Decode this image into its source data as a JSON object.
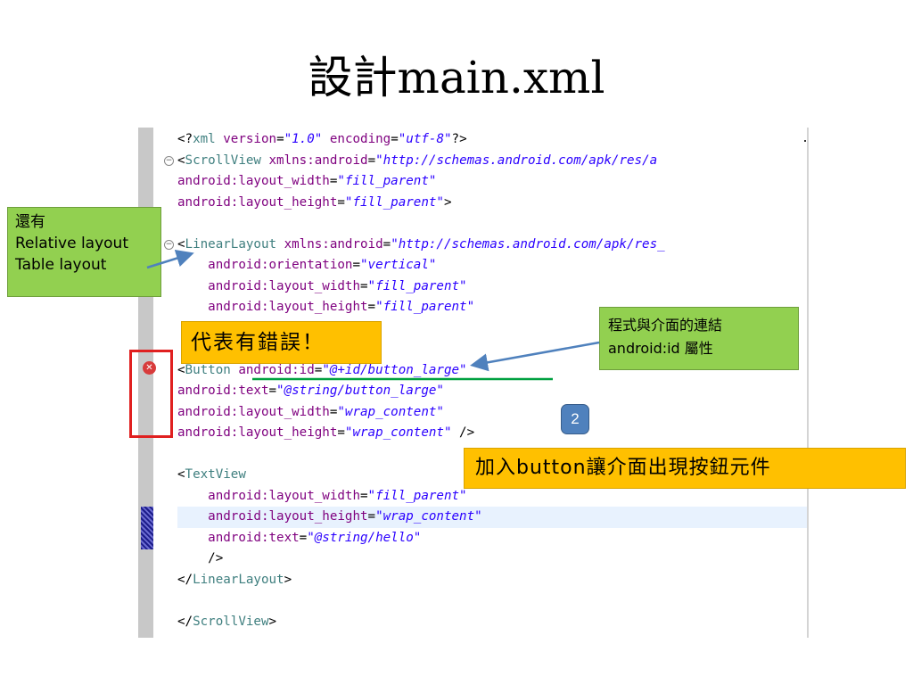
{
  "slide": {
    "title": "設計main.xml"
  },
  "editor": {
    "lines": [
      [
        [
          "pun",
          "<?"
        ],
        [
          "tag",
          "xml "
        ],
        [
          "attr",
          "version"
        ],
        [
          "pun",
          "="
        ],
        [
          "val",
          "\"1.0\""
        ],
        [
          "attr",
          " encoding"
        ],
        [
          "pun",
          "="
        ],
        [
          "val",
          "\"utf-8\""
        ],
        [
          "pun",
          "?>"
        ]
      ],
      [
        [
          "pun",
          "<"
        ],
        [
          "tag",
          "ScrollView "
        ],
        [
          "attr",
          "xmlns:android"
        ],
        [
          "pun",
          "="
        ],
        [
          "val",
          "\"http://schemas.android.com/apk/res/a"
        ]
      ],
      [
        [
          "attr",
          "android:layout_width"
        ],
        [
          "pun",
          "="
        ],
        [
          "val",
          "\"fill_parent\""
        ]
      ],
      [
        [
          "attr",
          "android:layout_height"
        ],
        [
          "pun",
          "="
        ],
        [
          "val",
          "\"fill_parent\""
        ],
        [
          "pun",
          ">"
        ]
      ],
      [],
      [
        [
          "pun",
          "<"
        ],
        [
          "tag",
          "LinearLayout "
        ],
        [
          "attr",
          "xmlns:android"
        ],
        [
          "pun",
          "="
        ],
        [
          "val",
          "\"http://schemas.android.com/apk/res_"
        ]
      ],
      [
        [
          "attr",
          "    android:orientation"
        ],
        [
          "pun",
          "="
        ],
        [
          "val",
          "\"vertical\""
        ]
      ],
      [
        [
          "attr",
          "    android:layout_width"
        ],
        [
          "pun",
          "="
        ],
        [
          "val",
          "\"fill_parent\""
        ]
      ],
      [
        [
          "attr",
          "    android:layout_height"
        ],
        [
          "pun",
          "="
        ],
        [
          "val",
          "\"fill_parent\""
        ]
      ],
      [],
      [],
      [
        [
          "pun",
          "<"
        ],
        [
          "tag",
          "Button "
        ],
        [
          "attr",
          "android:id"
        ],
        [
          "pun",
          "="
        ],
        [
          "val",
          "\"@+id/button_large\""
        ]
      ],
      [
        [
          "attr",
          "android:text"
        ],
        [
          "pun",
          "="
        ],
        [
          "val",
          "\"@string/button_large\""
        ]
      ],
      [
        [
          "attr",
          "android:layout_width"
        ],
        [
          "pun",
          "="
        ],
        [
          "val",
          "\"wrap_content\""
        ]
      ],
      [
        [
          "attr",
          "android:layout_height"
        ],
        [
          "pun",
          "="
        ],
        [
          "val",
          "\"wrap_content\""
        ],
        [
          "pun",
          " />"
        ]
      ],
      [],
      [
        [
          "pun",
          "<"
        ],
        [
          "tag",
          "TextView"
        ]
      ],
      [
        [
          "attr",
          "    android:layout_width"
        ],
        [
          "pun",
          "="
        ],
        [
          "val",
          "\"fill_parent\""
        ]
      ],
      [
        [
          "attr",
          "    android:layout_height"
        ],
        [
          "pun",
          "="
        ],
        [
          "val",
          "\"wrap_content\""
        ]
      ],
      [
        [
          "attr",
          "    android:text"
        ],
        [
          "pun",
          "="
        ],
        [
          "val",
          "\"@string/hello\""
        ]
      ],
      [
        [
          "pun",
          "    />"
        ]
      ],
      [
        [
          "pun",
          "</"
        ],
        [
          "tag",
          "LinearLayout"
        ],
        [
          "pun",
          ">"
        ]
      ],
      [],
      [
        [
          "pun",
          "</"
        ],
        [
          "tag",
          "ScrollView"
        ],
        [
          "pun",
          ">"
        ]
      ]
    ],
    "current_line": 18,
    "fold_lines": [
      1,
      5
    ],
    "error_line": 11
  },
  "callouts": {
    "layouts": {
      "line1": "還有",
      "line2": "Relative layout",
      "line3": "Table layout"
    },
    "android_id": {
      "line1": "程式與介面的連結",
      "line2": "android:id 屬性"
    },
    "error": {
      "text": "代表有錯誤！"
    },
    "add_button": {
      "text": "加入button讓介面出現按鈕元件"
    },
    "step_badge": "2"
  },
  "icons": {
    "error": "error-icon",
    "fold": "fold-collapse-icon"
  },
  "colors": {
    "green_callout": "#92d050",
    "orange_callout": "#ffc000",
    "error_box": "#e02020",
    "arrow": "#4f81bd",
    "underline": "#00a040"
  }
}
